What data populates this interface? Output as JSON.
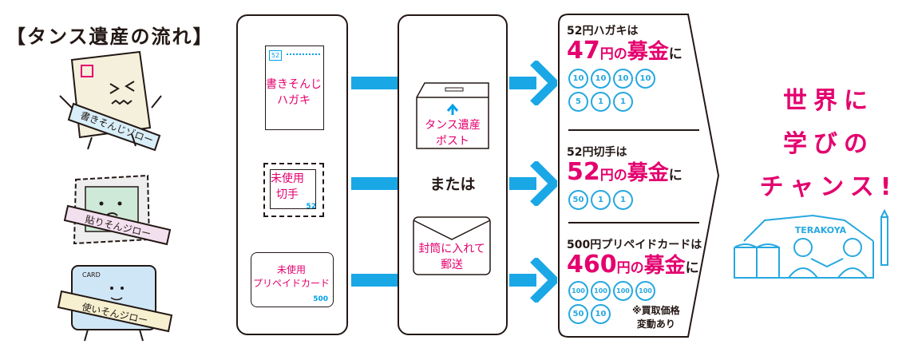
{
  "title": "【タンス遺産の流れ】",
  "characters": [
    {
      "sash": "書きそんじゾロー"
    },
    {
      "sash": "貼りそんジロー"
    },
    {
      "sash": "使いそんジロー",
      "card_text": "CARD"
    }
  ],
  "items": {
    "postcard_label": "書きそんじ\nハガキ",
    "postcard_value": "52",
    "stamp_label": "未使用\n切手",
    "stamp_value": "52",
    "card_label": "未使用\nプリペイドカード",
    "card_value": "500"
  },
  "methods": {
    "post_label": "タンス遺産\nポスト",
    "or_text": "または",
    "envelope_label": "封筒に入れて\n郵送"
  },
  "donations": [
    {
      "head": "52円ハガキは",
      "amount": "47",
      "yen": "円の",
      "boshu": "募金",
      "ni": "に",
      "coins": [
        [
          "10",
          "10",
          "10",
          "10"
        ],
        [
          "5",
          "1",
          "1"
        ]
      ]
    },
    {
      "head": "52円切手は",
      "amount": "52",
      "yen": "円の",
      "boshu": "募金",
      "ni": "に",
      "coins": [
        [
          "50",
          "1",
          "1"
        ]
      ]
    },
    {
      "head": "500円プリペイドカードは",
      "amount": "460",
      "yen": "円の",
      "boshu": "募金",
      "ni": "に",
      "coins": [
        [
          "100",
          "100",
          "100",
          "100"
        ],
        [
          "50",
          "10"
        ]
      ],
      "note": "※買取価格\n変動あり"
    }
  ],
  "result": {
    "lines": [
      "世界に",
      "学びの",
      "チャンス!"
    ],
    "logo_text": "TERAKOYA"
  },
  "colors": {
    "pink": "#e4006e",
    "blue": "#00a0e9",
    "line": "#231815"
  }
}
